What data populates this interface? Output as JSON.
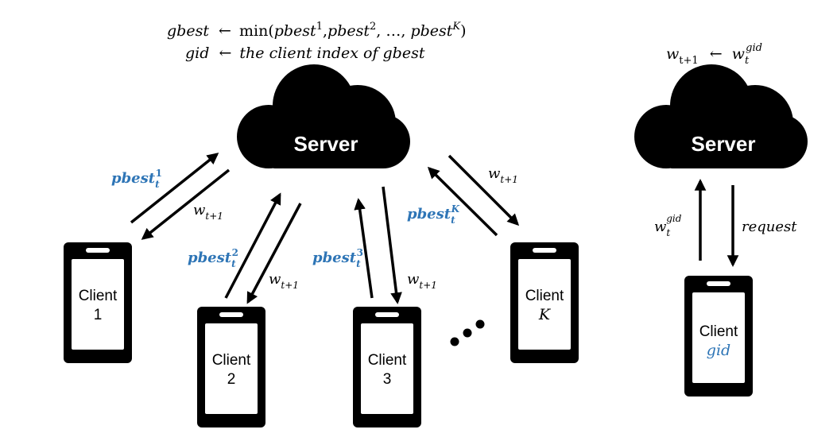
{
  "formula": {
    "line1": {
      "lhs": "gbest",
      "arrow": "←",
      "fn": "min(",
      "args": "pbest",
      "sup1": "1",
      "sep1": ",",
      "args2": "pbest",
      "sup2": "2",
      "sep2": ", …, ",
      "args3": "pbest",
      "supK": "K",
      "close": ")"
    },
    "line2": {
      "lhs": "gid",
      "arrow": "←",
      "rhs": "the client index of gbest"
    }
  },
  "right_formula": {
    "lhs": "w",
    "lhs_sub": "t+1",
    "arrow": "←",
    "rhs": "w",
    "rhs_sub": "t",
    "rhs_sup": "gid"
  },
  "server_label": "Server",
  "clients": [
    {
      "line1": "Client",
      "line2": "1"
    },
    {
      "line1": "Client",
      "line2": "2"
    },
    {
      "line1": "Client",
      "line2": "3"
    },
    {
      "line1": "Client",
      "line2": "K"
    },
    {
      "line1": "Client",
      "line2": "gid"
    }
  ],
  "uplink_labels": [
    {
      "base": "pbest",
      "sub": "t",
      "sup": "1"
    },
    {
      "base": "pbest",
      "sub": "t",
      "sup": "2"
    },
    {
      "base": "pbest",
      "sub": "t",
      "sup": "3"
    },
    {
      "base": "pbest",
      "sub": "t",
      "sup": "K"
    }
  ],
  "downlink_label": {
    "base": "w",
    "sub": "t+1"
  },
  "right_up_label": {
    "base": "w",
    "sub": "t",
    "sup": "gid"
  },
  "right_down_label": "request",
  "colors": {
    "accent": "#2e75b6",
    "ink": "#000000"
  }
}
